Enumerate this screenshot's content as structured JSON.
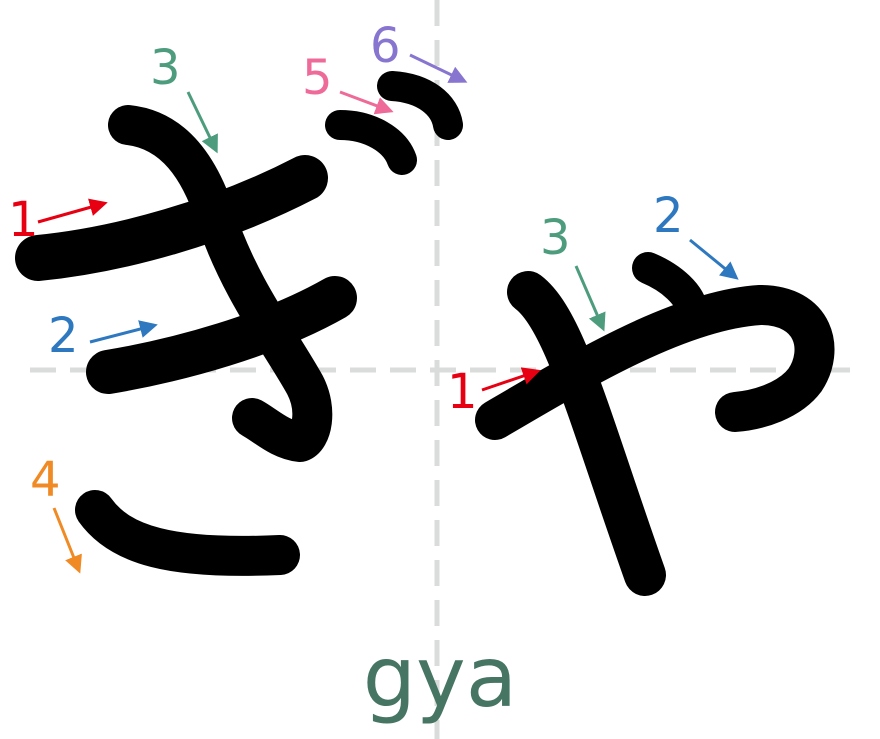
{
  "romaji": "gya",
  "characters": [
    "ぎ",
    "ゃ"
  ],
  "colors": {
    "red": "#e60012",
    "blue": "#2e78c0",
    "green": "#4d9c7d",
    "orange": "#f08a24",
    "pink": "#ee6a98",
    "purple": "#8875d0",
    "guide": "#d9dcda",
    "ink": "#000000",
    "romaji": "#477563"
  },
  "labels": {
    "gi": [
      "1",
      "2",
      "3",
      "4",
      "5",
      "6"
    ],
    "ya": [
      "1",
      "2",
      "3"
    ]
  }
}
